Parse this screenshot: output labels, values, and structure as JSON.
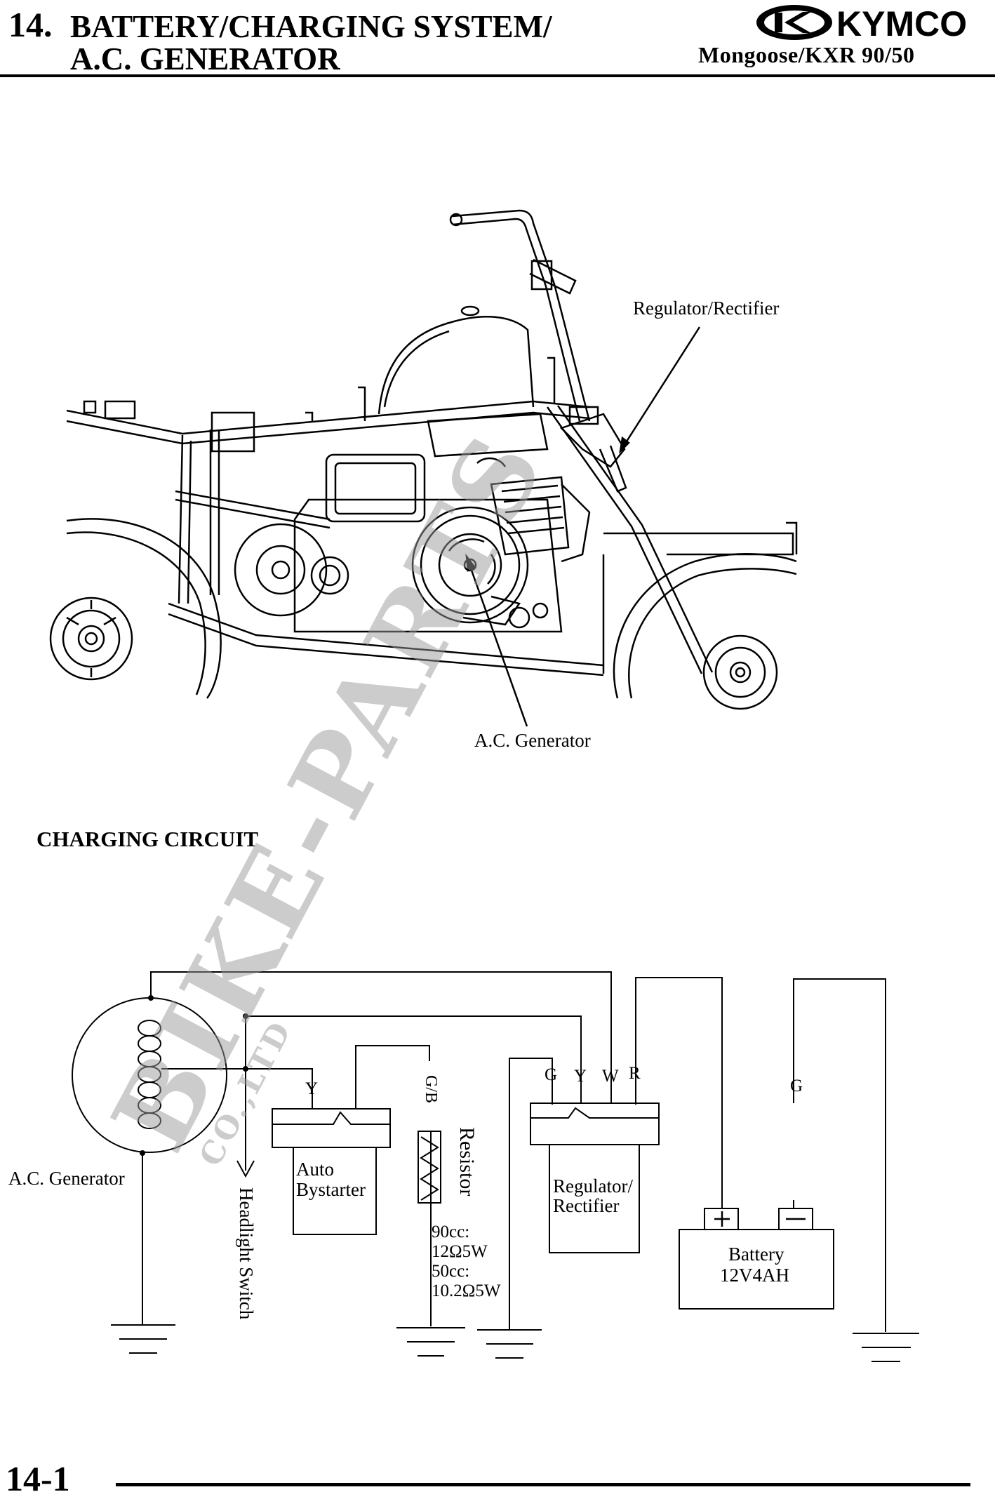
{
  "header": {
    "chapter_number": "14.",
    "title_line1": "BATTERY/CHARGING SYSTEM/",
    "title_line2": "A.C. GENERATOR",
    "brand": "KYMCO",
    "model": "Mongoose/KXR 90/50"
  },
  "illustration": {
    "callout_regulator": "Regulator/Rectifier",
    "callout_generator": "A.C. Generator"
  },
  "section": {
    "title": "CHARGING CIRCUIT"
  },
  "circuit": {
    "generator_label": "A.C. Generator",
    "headlight_label": "Headlight Switch",
    "auto_bystarter_line1": "Auto",
    "auto_bystarter_line2": "Bystarter",
    "resistor_label": "Resistor",
    "resistor_spec_l1": "90cc:",
    "resistor_spec_l2": "12Ω5W",
    "resistor_spec_l3": "50cc:",
    "resistor_spec_l4": "10.2Ω5W",
    "regulator_line1": "Regulator/",
    "regulator_line2": "Rectifier",
    "battery_line1": "Battery",
    "battery_line2": "12V4AH",
    "wire_y_bystarter": "Y",
    "wire_gb": "G/B",
    "wire_g": "G",
    "wire_y": "Y",
    "wire_w": "W",
    "wire_r": "R",
    "wire_g_battery": "G"
  },
  "watermark": {
    "text": "BIKE-PARTS",
    "subtext": "CO.,LTD"
  },
  "footer": {
    "page_number": "14-1"
  }
}
